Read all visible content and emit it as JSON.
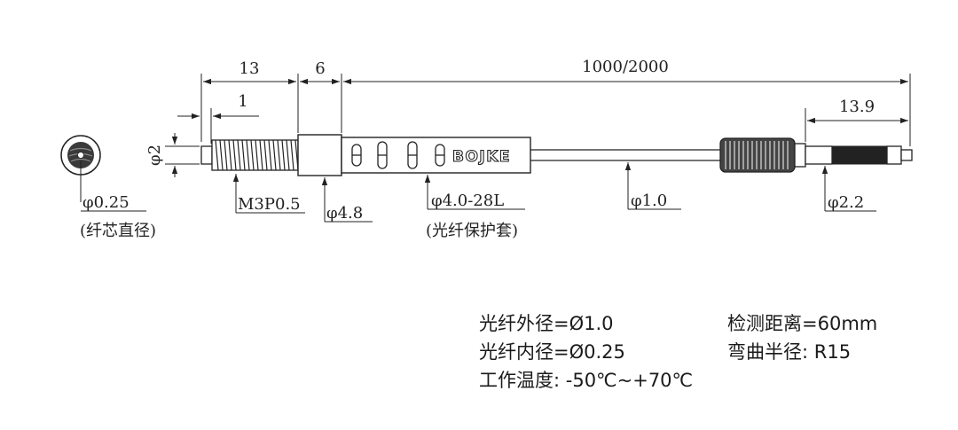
{
  "dimensions": {
    "len_13": "13",
    "len_6": "6",
    "len_1000_2000": "1000/2000",
    "len_1": "1",
    "len_13_9": "13.9",
    "dia_2": "φ2",
    "thread": "M3P0.5",
    "dia_4_8": "φ4.8",
    "dia_4_0_28l": "φ4.0-28L",
    "dia_1_0": "φ1.0",
    "dia_2_2": "φ2.2",
    "dia_0_25": "φ0.25"
  },
  "labels": {
    "core_diameter": "(纤芯直径)",
    "protective_sleeve": "(光纤保护套)",
    "brand": "BOJKE"
  },
  "specs": {
    "outer_diameter": "光纤外径=Ø1.0",
    "inner_diameter": "光纤内径=Ø0.25",
    "temperature": "工作温度: -50℃~+70℃",
    "detect_distance": "检测距离=60mm",
    "bend_radius": "弯曲半径: R15"
  }
}
